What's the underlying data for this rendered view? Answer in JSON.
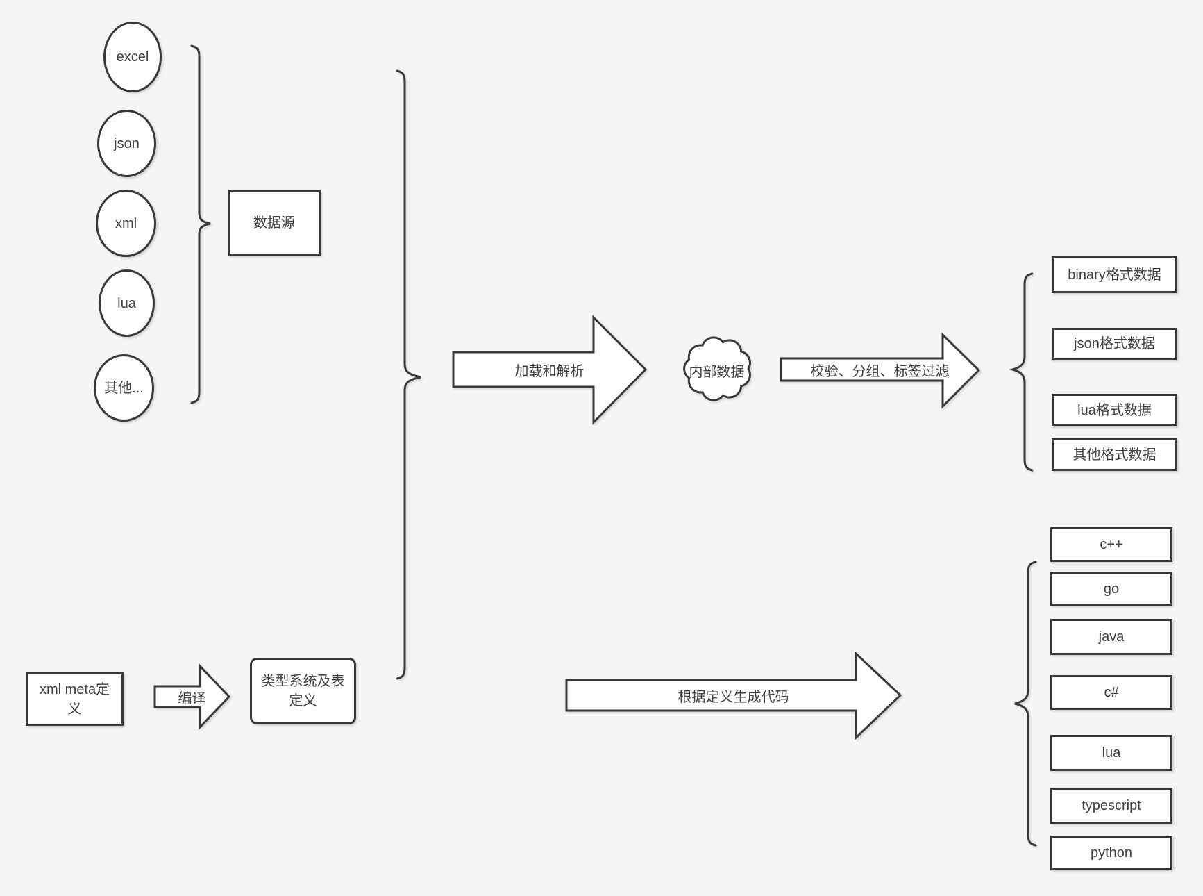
{
  "colors": {
    "background": "#f5f5f6",
    "stroke": "#383838",
    "shape_fill": "#fdfdfd",
    "text": "#404040"
  },
  "sources": {
    "group_label": "数据源",
    "items": [
      "excel",
      "json",
      "xml",
      "lua",
      "其他..."
    ]
  },
  "definitions": {
    "xml_meta": "xml meta定义",
    "compile_arrow": "编译",
    "type_system": "类型系统及表定义"
  },
  "pipeline": {
    "load_arrow": "加载和解析",
    "internal_data": "内部数据",
    "filter_arrow": "校验、分组、标签过滤",
    "codegen_arrow": "根据定义生成代码"
  },
  "outputs": {
    "formats": [
      "binary格式数据",
      "json格式数据",
      "lua格式数据",
      "其他格式数据"
    ],
    "languages": [
      "c++",
      "go",
      "java",
      "c#",
      "lua",
      "typescript",
      "python"
    ]
  }
}
